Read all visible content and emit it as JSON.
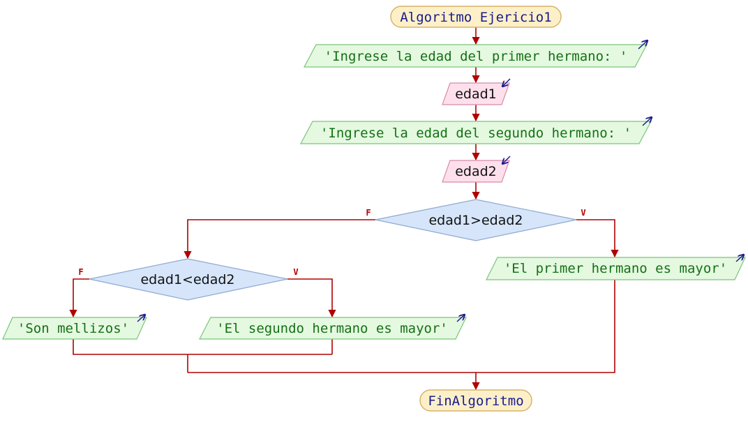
{
  "colors": {
    "terminal_fill": "#fdf0c9",
    "terminal_stroke": "#d6b36a",
    "output_fill": "#e4f9e0",
    "output_stroke": "#7bc47b",
    "input_fill": "#fde0ec",
    "input_stroke": "#d88aa8",
    "decision_fill": "#d6e5fa",
    "decision_stroke": "#8fa9cf",
    "edge": "#b00000",
    "io_arrow": "#1a1a8c"
  },
  "diagram": {
    "nodes": [
      {
        "id": "start",
        "type": "terminal",
        "text": "Algoritmo Ejericio1"
      },
      {
        "id": "out1",
        "type": "output",
        "text": "'Ingrese la edad del primer hermano: '"
      },
      {
        "id": "in1",
        "type": "input",
        "text": "edad1"
      },
      {
        "id": "out2",
        "type": "output",
        "text": "'Ingrese la edad del segundo hermano: '"
      },
      {
        "id": "in2",
        "type": "input",
        "text": "edad2"
      },
      {
        "id": "dec1",
        "type": "decision",
        "text": "edad1>edad2",
        "false_label": "F",
        "true_label": "V"
      },
      {
        "id": "dec2",
        "type": "decision",
        "text": "edad1<edad2",
        "false_label": "F",
        "true_label": "V"
      },
      {
        "id": "out_mayor1",
        "type": "output",
        "text": "'El primer hermano es mayor'"
      },
      {
        "id": "out_mellizos",
        "type": "output",
        "text": "'Son mellizos'"
      },
      {
        "id": "out_mayor2",
        "type": "output",
        "text": "'El segundo hermano es mayor'"
      },
      {
        "id": "end",
        "type": "terminal",
        "text": "FinAlgoritmo"
      }
    ],
    "edges": [
      {
        "from": "start",
        "to": "out1"
      },
      {
        "from": "out1",
        "to": "in1"
      },
      {
        "from": "in1",
        "to": "out2"
      },
      {
        "from": "out2",
        "to": "in2"
      },
      {
        "from": "in2",
        "to": "dec1"
      },
      {
        "from": "dec1",
        "to": "out_mayor1",
        "label": "V"
      },
      {
        "from": "dec1",
        "to": "dec2",
        "label": "F"
      },
      {
        "from": "dec2",
        "to": "out_mellizos",
        "label": "F"
      },
      {
        "from": "dec2",
        "to": "out_mayor2",
        "label": "V"
      },
      {
        "from": "out_mellizos",
        "to": "end"
      },
      {
        "from": "out_mayor2",
        "to": "end"
      },
      {
        "from": "out_mayor1",
        "to": "end"
      }
    ]
  }
}
